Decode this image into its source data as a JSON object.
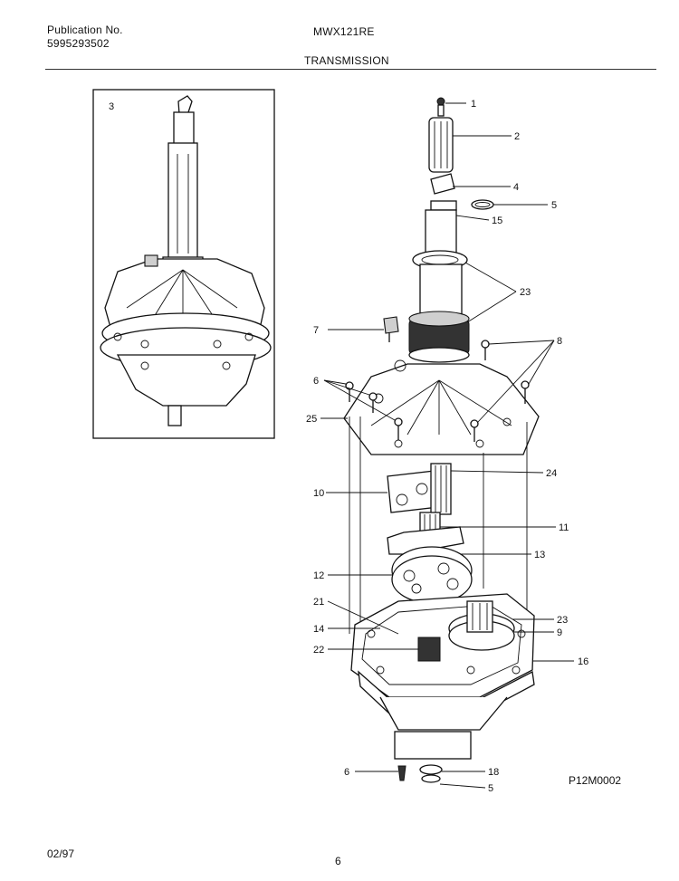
{
  "header": {
    "publication_label": "Publication No.",
    "publication_number": "5995293502",
    "model": "MWX121RE",
    "section": "TRANSMISSION"
  },
  "inset": {
    "label": "3"
  },
  "callouts": [
    "1",
    "2",
    "4",
    "5",
    "15",
    "23",
    "7",
    "8",
    "6",
    "25",
    "24",
    "10",
    "11",
    "13",
    "12",
    "21",
    "23",
    "14",
    "9",
    "22",
    "16",
    "6",
    "18",
    "5"
  ],
  "figure_code": "P12M0002",
  "footer": {
    "date": "02/97",
    "page": "6"
  }
}
